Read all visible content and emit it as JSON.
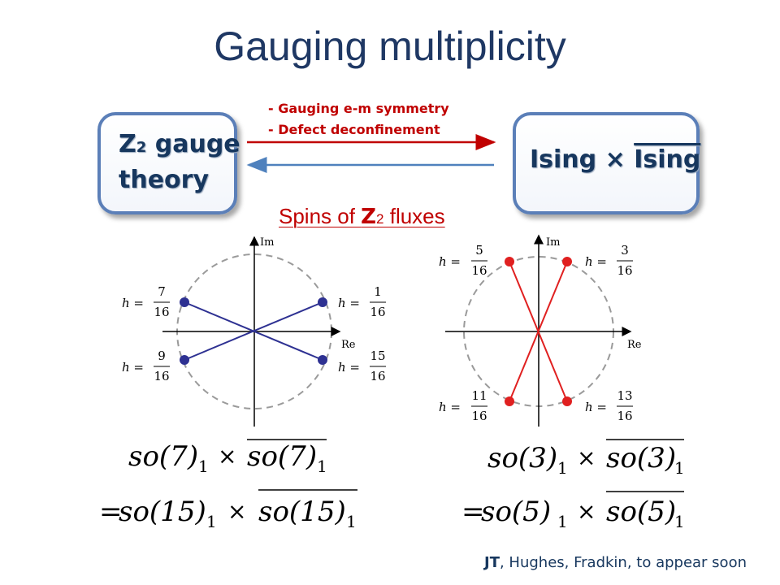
{
  "title": "Gauging multiplicity",
  "left_box": {
    "z": "Z",
    "sub": "2",
    "rest1": " gauge",
    "line2": "theory"
  },
  "right_box": {
    "left": "Ising",
    "times": "×",
    "right": "Ising"
  },
  "arrow_notes": [
    "- Gauging e-m symmetry",
    "- Defect deconfinement"
  ],
  "subheading": {
    "pre": "Spins of ",
    "z": "Z",
    "sub": "2",
    "post": " fluxes"
  },
  "diagram_left": {
    "im_label": "Im",
    "re_label": "Re",
    "point_color": "#2e3192",
    "labels": [
      {
        "num": "7",
        "den": "16"
      },
      {
        "num": "1",
        "den": "16"
      },
      {
        "num": "9",
        "den": "16"
      },
      {
        "num": "15",
        "den": "16"
      }
    ]
  },
  "diagram_right": {
    "im_label": "Im",
    "re_label": "Re",
    "point_color": "#e02020",
    "labels": [
      {
        "num": "5",
        "den": "16"
      },
      {
        "num": "3",
        "den": "16"
      },
      {
        "num": "11",
        "den": "16"
      },
      {
        "num": "13",
        "den": "16"
      }
    ]
  },
  "h_symbol": "h =",
  "formula_left": {
    "line1": {
      "a": "so(7)",
      "sub": "1",
      "times": "×",
      "b": "so(7)",
      "bsub": "1"
    },
    "line2": {
      "eq": "=",
      "a": "so(15)",
      "sub": "1",
      "times": "×",
      "b": "so(15)",
      "bsub": "1"
    }
  },
  "formula_right": {
    "line1": {
      "a": "so(3)",
      "sub": "1",
      "times": "×",
      "b": "so(3)",
      "bsub": "1"
    },
    "line2": {
      "eq": "=",
      "a": "so(5)",
      "sub": "1",
      "times": "×",
      "b": "so(5)",
      "bsub": "1"
    }
  },
  "citation": {
    "bold": "JT",
    "rest": ", Hughes, Fradkin, to appear soon"
  },
  "colors": {
    "title": "#1f3864",
    "box_border": "#5b7fb8",
    "red": "#c00000",
    "blue_arrow": "#4f81bd",
    "navy_text": "#17375e"
  }
}
